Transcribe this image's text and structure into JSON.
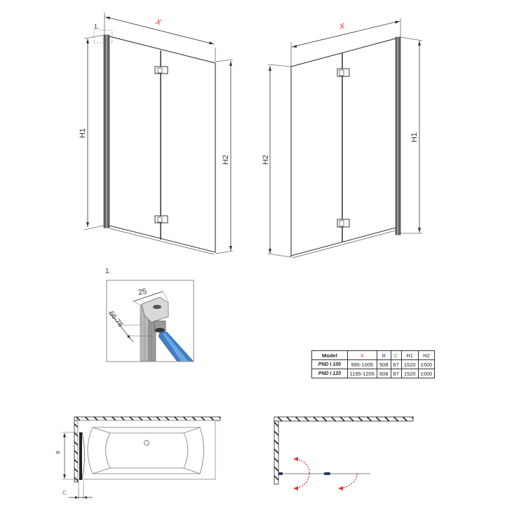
{
  "front_left": {
    "dim_width": "X",
    "dim_h1": "H1",
    "dim_h2": "H2",
    "detail_ref": "1."
  },
  "front_right": {
    "dim_width": "X",
    "dim_h1": "H1",
    "dim_h2": "H2"
  },
  "detail": {
    "label": "1.",
    "dim_top": "25",
    "dim_side": "66-76"
  },
  "spec_table": {
    "headers": [
      "Model",
      "X",
      "B",
      "C",
      "H1",
      "H2"
    ],
    "header_colors": {
      "X": "#e03030",
      "B": "#2a3a8a",
      "C": "#3a9a3a"
    },
    "rows": [
      {
        "model": "PND I 100",
        "x": "995-1005",
        "b": "508",
        "c": "87",
        "h1": "1520",
        "h2": "1500"
      },
      {
        "model": "PND I 120",
        "x": "1195-1205",
        "b": "608",
        "c": "87",
        "h1": "1520",
        "h2": "1500"
      }
    ]
  },
  "plan_bath": {
    "dim_b": "B",
    "dim_c": "C"
  },
  "plan_swing": {
    "arrow_color": "#e03030"
  }
}
